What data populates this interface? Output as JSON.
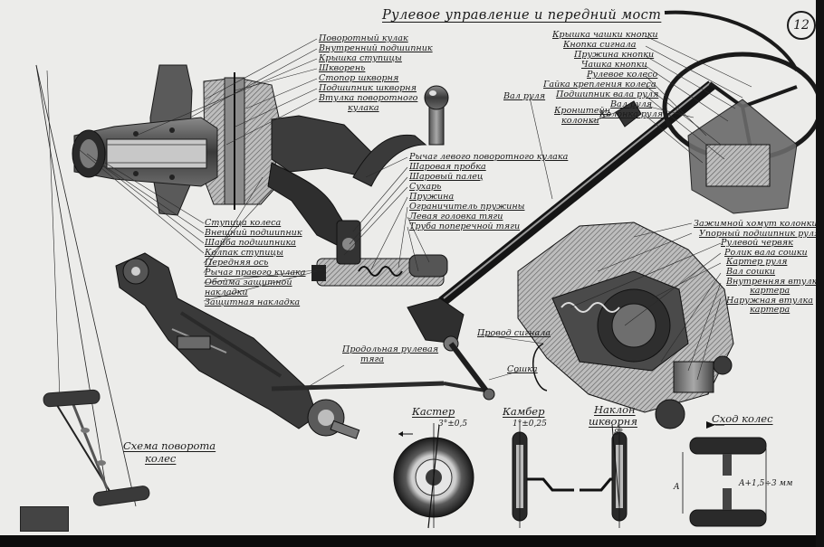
{
  "poster": {
    "title": "Рулевое управление и передний мост",
    "page_number": "12",
    "left_labels_top": [
      "Поворотный кулак",
      "Внутренний подшипник",
      "Крышка ступицы",
      "Шкворень",
      "Стопор шкворня",
      "Подшипник шкворня",
      "Втулка поворотного",
      "кулака"
    ],
    "left_labels_bottom": [
      "Ступица колеса",
      "Внешний подшипник",
      "Шайба подшипника",
      "Колпак ступицы",
      "Передняя ось",
      "Рычаг правого кулака",
      "Обойма защитной",
      "накладки",
      "Защитная накладка"
    ],
    "center_labels": [
      "Рычаг левого поворотного кулака",
      "Шаровая пробка",
      "Шаровый палец",
      "Сухарь",
      "Пружина",
      "Ограничитель пружины",
      "Левая головка тяги",
      "Труба поперечной тяги"
    ],
    "column_labels": [
      "Крышка чашки кнопки",
      "Кнопка сигнала",
      "Пружина кнопки",
      "Чашка кнопки",
      "Рулевое колесо",
      "Гайка крепления колеса",
      "Подшипник вала руля",
      "Вал руля",
      "Колонка руля"
    ],
    "shaft_label": "Вал руля",
    "bracket_label": [
      "Кронштейн",
      "колонки"
    ],
    "gearbox_labels": [
      "Зажимной хомут колонки",
      "Упорный подшипник руля",
      "Рулевой червяк",
      "Ролик вала сошки",
      "Картер руля",
      "Вал сошки",
      "Внутренняя втулка",
      "картера",
      "Наружная втулка",
      "картера"
    ],
    "signal_wire_label": "Провод сигнала",
    "drag_link_label": [
      "Продольная рулевая",
      "тяга"
    ],
    "pitman_label": "Сошка",
    "turning_scheme_title": [
      "Схема поворота",
      "колес"
    ],
    "caster": {
      "title": "Кастер",
      "angle": "3°±0,5"
    },
    "camber": {
      "title": "Камбер",
      "angle": "1°±0,25"
    },
    "kingpin": {
      "title": [
        "Наклон",
        "шкворня"
      ],
      "angle": "8°"
    },
    "toe": {
      "title": "Сход колес",
      "letter": "A",
      "formula": "A+1,5÷3 мм"
    }
  }
}
